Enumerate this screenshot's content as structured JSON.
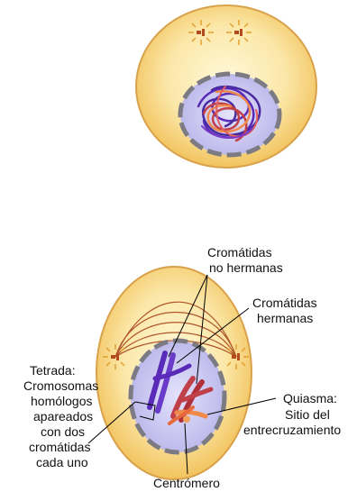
{
  "labels": {
    "cromatidas_no_hermanas": [
      "Cromátidas",
      "no hermanas"
    ],
    "cromatidas_hermanas": [
      "Cromátidas",
      "hermanas"
    ],
    "tetrada": [
      "Tetrada:",
      "Cromosomas",
      "homólogos",
      "apareados",
      "con dos",
      "cromátidas",
      "cada uno"
    ],
    "quiasma": [
      "Quiasma:",
      "Sitio del",
      "entrecruzamiento"
    ],
    "centromero": "Centrómero"
  },
  "colors": {
    "cytoplasm_outer": "#f3c76e",
    "cytoplasm_inner": "#fdf3c4",
    "membrane": "#d59a3a",
    "nucleus": "#c9c7ef",
    "nuclear_envelope": "#7c7a82",
    "chromosome_purple": "#5a2ab8",
    "chromosome_red": "#c0404a",
    "chromosome_orange": "#f08a4a",
    "spindle": "#b0562a"
  }
}
